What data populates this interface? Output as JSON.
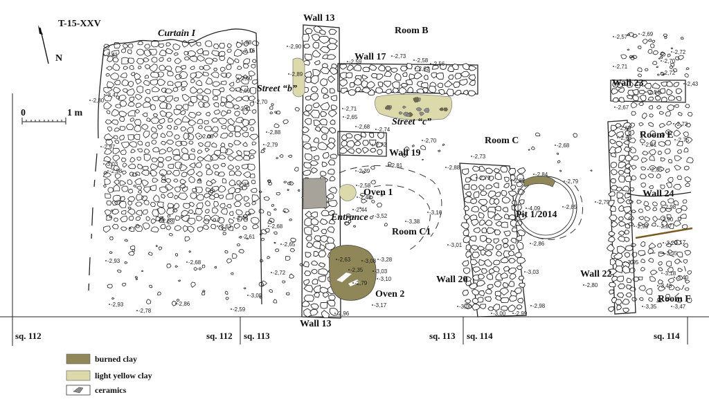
{
  "plan_id": "T-15-XXV",
  "north": "N",
  "scale": {
    "start": "0",
    "end": "1 m"
  },
  "labels": {
    "curtain_i": "Curtain I",
    "wall13_top": "Wall 13",
    "wall13_bottom": "Wall 13",
    "room_b": "Room B",
    "wall17": "Wall 17",
    "street_b": "Street “b”",
    "street_c": "Street “c”",
    "wall19": "Wall 19",
    "room_c": "Room C",
    "oven1": "Oven 1",
    "entrance": "Entrance",
    "room_c1": "Room C1",
    "pit": "Pit 1/2014",
    "wall20": "Wall 20",
    "oven2": "Oven 2",
    "wall23": "Wall 23",
    "room_e": "Room E",
    "wall24": "Wall 24",
    "wall22": "Wall 22",
    "room_f": "Room F"
  },
  "squares": [
    "sq. 112",
    "sq. 112",
    "sq. 113",
    "sq. 113",
    "sq. 114",
    "sq. 114"
  ],
  "legend": [
    {
      "label": "burned clay",
      "color": "#8f8757"
    },
    {
      "label": "light yellow clay",
      "color": "#dcd9aa"
    },
    {
      "label": "ceramics",
      "color": "#8c8c8c"
    }
  ],
  "elevations": [
    "-2,41",
    "-2,47",
    "-2,80",
    "-2,97",
    "-3,03",
    "-2,98",
    "-2,88",
    "-2,93",
    "-2,93",
    "-2,78",
    "-2,86",
    "-2,59",
    "-2,68",
    "-2,63",
    "-2,61",
    "-2,46",
    "-2,33",
    "-2,08",
    "-2,11",
    "-1,99",
    "-2,00",
    "-2,16",
    "-1,88",
    "-2,90",
    "-2,89",
    "-2,70",
    "-2,88",
    "-2,79",
    "-2,68",
    "-2,65",
    "-2,72",
    "-3,08",
    "-2,73",
    "-2,59",
    "-2,58",
    "-2,56",
    "-2,62",
    "-2,71",
    "-2,65",
    "-2,68",
    "-2,74",
    "-2,72",
    "-2,70",
    "-2,81",
    "-2,39",
    "-2,58",
    "-2,48",
    "-2,44",
    "-3,52",
    "-3,38",
    "-3,16",
    "-3,08",
    "-3,28",
    "-3,03",
    "-3,10",
    "-2,79",
    "-2,35",
    "-2,63",
    "-3,17",
    "-2,96",
    "-2,68",
    "-2,73",
    "-2,88",
    "-2,79",
    "-2,82",
    "-2,84",
    "-2,79",
    "-4,09",
    "-2,85",
    "-2,86",
    "-3,00",
    "-3,01",
    "-3,03",
    "-2,98",
    "-2,99",
    "-3,00",
    "-2,57",
    "-2,69",
    "-2,72",
    "-2,71",
    "-2,70",
    "-2,72",
    "-2,43",
    "-2,54",
    "-2,67",
    "-2,65",
    "-2,68",
    "-2,81",
    "-2,75",
    "-2,73",
    "-2,85",
    "-2,79",
    "-2,98",
    "-2,90",
    "-2,93",
    "-2,87",
    "-3,20",
    "-3,17",
    "-3,35",
    "-3,40",
    "-3,43",
    "-3,18",
    "-2,80",
    "-3,35",
    "-3,47",
    "-3,05"
  ]
}
